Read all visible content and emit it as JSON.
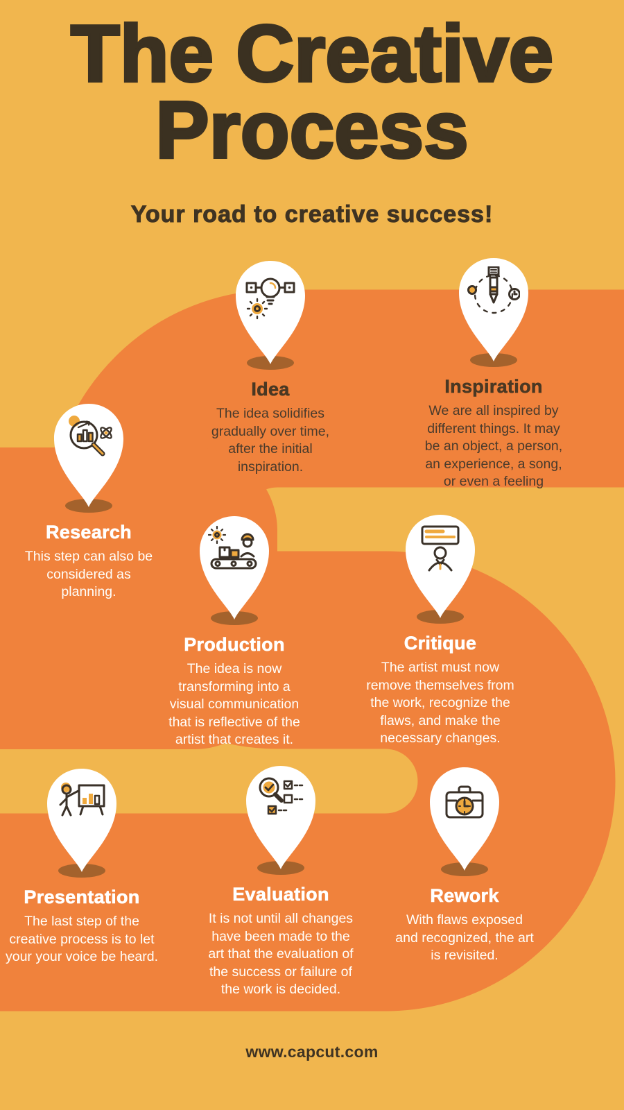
{
  "colors": {
    "background": "#F1B64E",
    "road": "#F0823C",
    "title_text": "#3B3121",
    "dark_text": "#4A3B2C",
    "light_text": "#FFFFFF",
    "pin_fill": "#FFFFFF",
    "pin_shadow": "#A4622C",
    "icon_accent": "#EFA93E",
    "icon_line": "#3A3128"
  },
  "header": {
    "title_line1": "The Creative",
    "title_line2": "Process",
    "subtitle": "Your road to creative success!"
  },
  "steps": [
    {
      "label": "Idea",
      "icon": "lightbulb-gear-icon",
      "text_style": "dark",
      "description": "The idea solidifies\ngradually over time,\nafter the initial\ninspiration."
    },
    {
      "label": "Inspiration",
      "icon": "pencil-orbit-icon",
      "text_style": "dark",
      "description": "We are all inspired by\ndifferent things.  It may\nbe an object, a person,\nan experience, a song,\nor even a feeling"
    },
    {
      "label": "Research",
      "icon": "magnifier-chart-icon",
      "text_style": "light",
      "description": "This step can also be\nconsidered as\nplanning."
    },
    {
      "label": "Production",
      "icon": "conveyor-worker-icon",
      "text_style": "light",
      "description": "The idea is now\ntransforming into a\nvisual communication\nthat is reflective of the\nartist that creates it."
    },
    {
      "label": "Critique",
      "icon": "presenter-board-icon",
      "text_style": "light",
      "description": "The artist must now\nremove themselves from\nthe work, recognize the\nflaws, and make the\nnecessary changes."
    },
    {
      "label": "Presentation",
      "icon": "speaker-whiteboard-icon",
      "text_style": "light",
      "description": "The last step of the\ncreative process is to let\nyour your voice be heard."
    },
    {
      "label": "Evaluation",
      "icon": "checklist-magnifier-icon",
      "text_style": "light",
      "description": "It is not until all changes\nhave been made to the\nart that the evaluation of\nthe success or failure of\nthe work is decided."
    },
    {
      "label": "Rework",
      "icon": "toolbox-clock-icon",
      "text_style": "light",
      "description": "With flaws exposed\nand recognized, the art\nis revisited."
    }
  ],
  "footer": {
    "url": "www.capcut.com"
  }
}
